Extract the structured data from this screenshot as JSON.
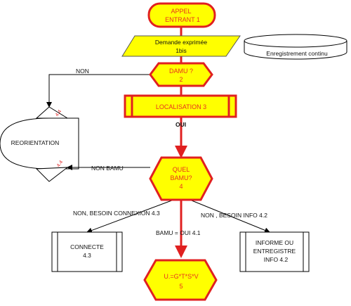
{
  "nodes": {
    "appel": {
      "line1": "APPEL",
      "line2": "ENTRANT   1"
    },
    "demande": {
      "line1": "Demande exprimée",
      "line2": "1bis"
    },
    "enregistrement": {
      "label": "Enregistrement continu"
    },
    "damu": {
      "line1": "DAMU ?",
      "line2": "2"
    },
    "localisation": {
      "label": "LOCALISATION   3"
    },
    "reorientation": {
      "label": "REORIENTATION",
      "mark_top": "4.4",
      "mark_bottom": "4.4"
    },
    "quel_bamu": {
      "line1": "QUEL",
      "line2": "BAMU?",
      "line3": "4"
    },
    "connecte": {
      "line1": "CONNECTE",
      "line2": "4.3"
    },
    "informe": {
      "line1": "INFORME OU",
      "line2": "ENTREGISTRE",
      "line3": "INFO  4.2"
    },
    "final": {
      "line1": "U.=G*T*S*V",
      "line2": "5"
    }
  },
  "edges": {
    "non": "NON",
    "oui": "OUI",
    "non_bamu": "NON BAMU",
    "non_connexion": "NON,  BESOIN CONNEXION 4.3",
    "non_info": "NON , BESOIN INFO 4.2",
    "bamu_oui": "BAMU = OUI 4.1"
  },
  "colors": {
    "fill": "#ffff00",
    "border": "#e02020",
    "text": "#e8301e",
    "line": "#000000",
    "arrow": "#e02020"
  }
}
